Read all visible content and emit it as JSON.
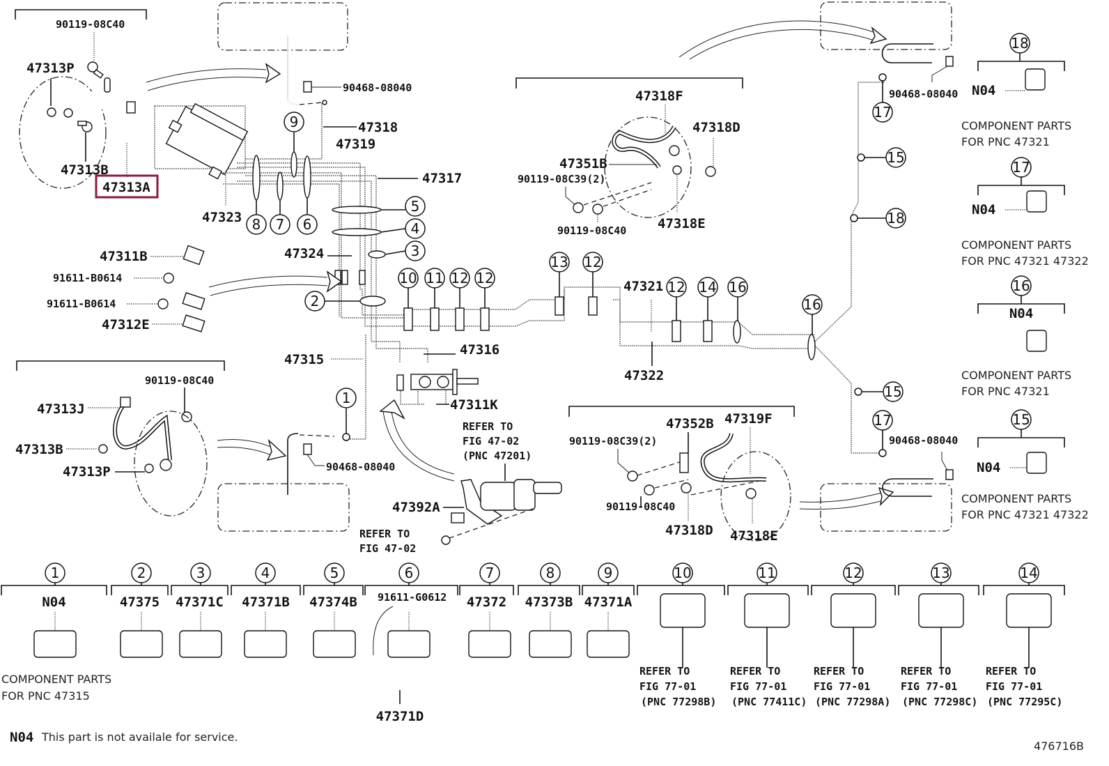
{
  "highlight_color": "#8b1a3a",
  "highlighted_part": "47313A",
  "figure_number": "476716B",
  "footnote": {
    "code": "N04",
    "text": "This part is not availale for service."
  },
  "labels": {
    "top_left_bolt": "90119-08C40",
    "p47313P_top": "47313P",
    "p47313B_top": "47313B",
    "p47313A": "47313A",
    "p47323": "47323",
    "clip_top": "90468-08040",
    "p47318": "47318",
    "p47319": "47319",
    "p47317": "47317",
    "p47324": "47324",
    "p47311B": "47311B",
    "bolt_b0614_1": "91611-B0614",
    "bolt_b0614_2": "91611-B0614",
    "p47312E": "47312E",
    "p47315": "47315",
    "p47316": "47316",
    "p47311K": "47311K",
    "mid_left_bolt": "90119-08C40",
    "p47313J": "47313J",
    "p47313B_mid": "47313B",
    "p47313P_mid": "47313P",
    "clip_bottom_left": "90468-08040",
    "refer_fig_4702_a": [
      "REFER TO",
      "FIG 47-02",
      "(PNC 47201)"
    ],
    "p47392A": "47392A",
    "refer_fig_4702_b": [
      "REFER TO",
      "FIG 47-02"
    ],
    "p47318F": "47318F",
    "p47318D_top": "47318D",
    "p47351B": "47351B",
    "bolt_08C39_top": "90119-08C39(2)",
    "bolt_08C40_top": "90119-08C40",
    "p47318E_top": "47318E",
    "p47321": "47321",
    "p47322": "47322",
    "p47352B": "47352B",
    "p47319F": "47319F",
    "bolt_08C39_bot": "90119-08C39(2)",
    "bolt_08C40_bot": "90119-08C40",
    "p47318D_bot": "47318D",
    "p47318E_bot": "47318E",
    "clip_right_top": "90468-08040",
    "clip_right_bot": "90468-08040"
  },
  "pipe_callouts": {
    "left_column": [
      "9",
      "8",
      "7",
      "6",
      "5",
      "4",
      "3",
      "2",
      "1"
    ],
    "horizontal_run": [
      "10",
      "11",
      "12",
      "12",
      "13",
      "12",
      "12",
      "14",
      "16",
      "16"
    ],
    "right_run": [
      "17",
      "15",
      "18",
      "15",
      "17"
    ]
  },
  "side_components": [
    {
      "ref": "18",
      "code": "N04",
      "caption": [
        "COMPONENT PARTS",
        "FOR PNC 47321"
      ]
    },
    {
      "ref": "17",
      "code": "N04",
      "caption": [
        "COMPONENT PARTS",
        "FOR PNC 47321 47322"
      ]
    },
    {
      "ref": "16",
      "code": "N04",
      "caption": [
        "COMPONENT PARTS",
        "FOR PNC 47321"
      ]
    },
    {
      "ref": "15",
      "code": "N04",
      "caption": [
        "COMPONENT PARTS",
        "FOR PNC 47321 47322"
      ]
    }
  ],
  "bottom_legend": [
    {
      "ref": "1",
      "part": "N04",
      "caption": [
        "COMPONENT PARTS",
        "FOR PNC 47315"
      ]
    },
    {
      "ref": "2",
      "part": "47375"
    },
    {
      "ref": "3",
      "part": "47371C"
    },
    {
      "ref": "4",
      "part": "47371B"
    },
    {
      "ref": "5",
      "part": "47374B"
    },
    {
      "ref": "6",
      "part": "91611-G0612",
      "sub_part": "47371D"
    },
    {
      "ref": "7",
      "part": "47372"
    },
    {
      "ref": "8",
      "part": "47373B"
    },
    {
      "ref": "9",
      "part": "47371A"
    },
    {
      "ref": "10",
      "refer": [
        "REFER TO",
        "FIG 77-01",
        "(PNC 77298B)"
      ]
    },
    {
      "ref": "11",
      "refer": [
        "REFER TO",
        "FIG 77-01",
        "(PNC 77411C)"
      ]
    },
    {
      "ref": "12",
      "refer": [
        "REFER TO",
        "FIG 77-01",
        "(PNC 77298A)"
      ]
    },
    {
      "ref": "13",
      "refer": [
        "REFER TO",
        "FIG 77-01",
        "(PNC 77298C)"
      ]
    },
    {
      "ref": "14",
      "refer": [
        "REFER TO",
        "FIG 77-01",
        "(PNC 77295C)"
      ]
    }
  ]
}
